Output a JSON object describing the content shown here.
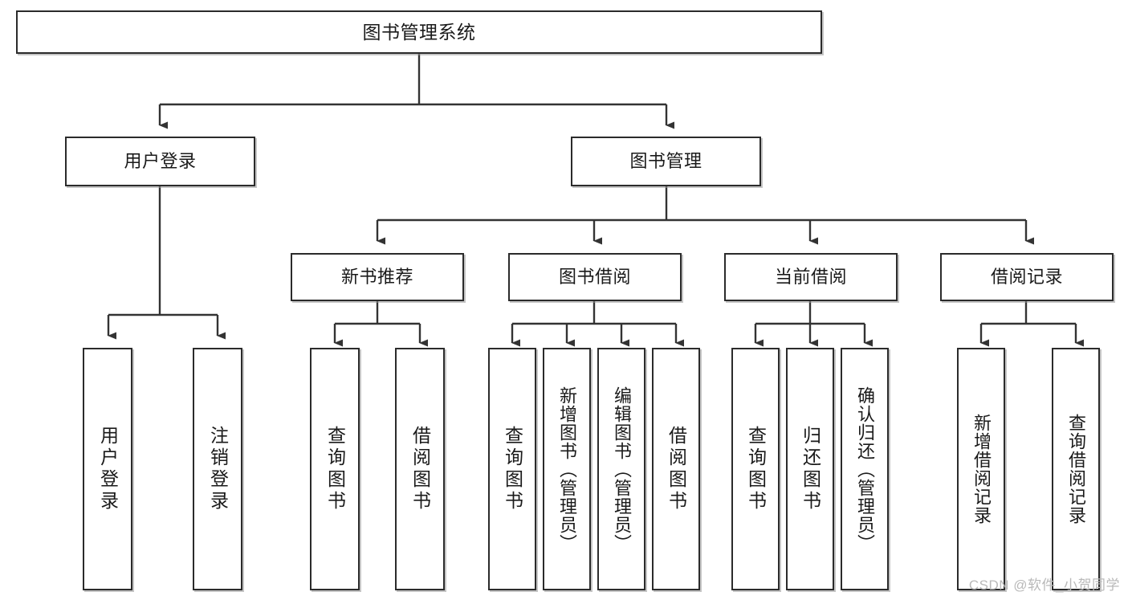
{
  "diagram": {
    "title": "图书管理系统",
    "type": "tree",
    "root": {
      "label": "图书管理系统"
    },
    "level1": [
      {
        "label": "用户登录"
      },
      {
        "label": "图书管理"
      }
    ],
    "level2": [
      {
        "label": "新书推荐"
      },
      {
        "label": "图书借阅"
      },
      {
        "label": "当前借阅"
      },
      {
        "label": "借阅记录"
      }
    ],
    "leaves": {
      "user_login": [
        {
          "label": "用户登录"
        },
        {
          "label": "注销登录"
        }
      ],
      "new_book_recommend": [
        {
          "label": "查询图书"
        },
        {
          "label": "借阅图书"
        }
      ],
      "book_borrow": [
        {
          "label": "查询图书"
        },
        {
          "label": "新增图书（管理员）"
        },
        {
          "label": "编辑图书（管理员）"
        },
        {
          "label": "借阅图书"
        }
      ],
      "current_borrow": [
        {
          "label": "查询图书"
        },
        {
          "label": "归还图书"
        },
        {
          "label": "确认归还（管理员）"
        }
      ],
      "borrow_records": [
        {
          "label": "新增借阅记录"
        },
        {
          "label": "查询借阅记录"
        }
      ]
    }
  },
  "watermark": {
    "text": "CSDN @软件_小贺同学"
  },
  "colors": {
    "stroke": "#2b2b2b",
    "fill": "#ffffff",
    "text": "#1a1a1a",
    "watermark": "#b9b9b9"
  }
}
